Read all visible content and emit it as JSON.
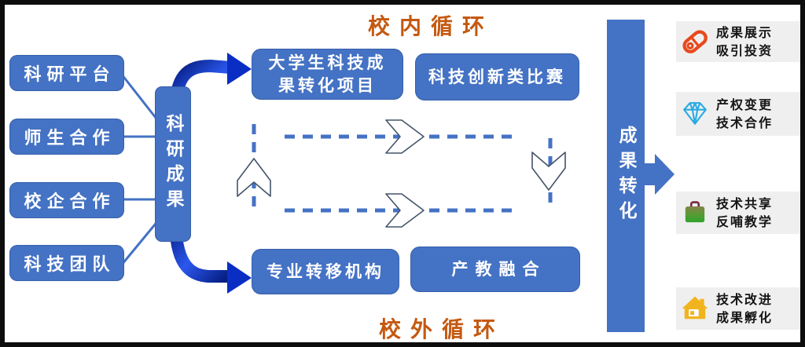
{
  "titles": {
    "inner_loop": "校内循环",
    "outer_loop": "校外循环"
  },
  "sources": [
    {
      "label": "科研平台"
    },
    {
      "label": "师生合作"
    },
    {
      "label": "校企合作"
    },
    {
      "label": "科技团队"
    }
  ],
  "hub": {
    "label": "科研成果"
  },
  "inner_boxes": [
    {
      "lines": [
        "大学生科技成",
        "果转化项目"
      ]
    },
    {
      "label": "科技创新类比赛"
    }
  ],
  "outer_boxes": [
    {
      "label": "专业转移机构"
    },
    {
      "label": "产教融合"
    }
  ],
  "output_bar": {
    "label": "成果转化"
  },
  "outcomes": [
    {
      "icon": "pill-icon",
      "lines": [
        "成果展示",
        "吸引投资"
      ]
    },
    {
      "icon": "diamond-icon",
      "lines": [
        "产权变更",
        "技术合作"
      ]
    },
    {
      "icon": "briefcase-icon",
      "lines": [
        "技术共享",
        "反哺教学"
      ]
    },
    {
      "icon": "house-icon",
      "lines": [
        "技术改进",
        "成果孵化"
      ]
    }
  ],
  "colors": {
    "primary_blue": "#4472C4",
    "navy_arrow_dark": "#041C7E",
    "navy_arrow_light": "#2B57EE",
    "title_orange": "#C45911",
    "panel_bg": "#EFEFEF",
    "chevron_stroke": "#44546A",
    "pill_orange": "#E8491D",
    "diamond_cyan": "#29ABE2",
    "briefcase_green": "#3FAE2A",
    "briefcase_handle": "#7A3045",
    "house_yellow": "#F2B41E",
    "frame_black": "#0D0D0D"
  }
}
